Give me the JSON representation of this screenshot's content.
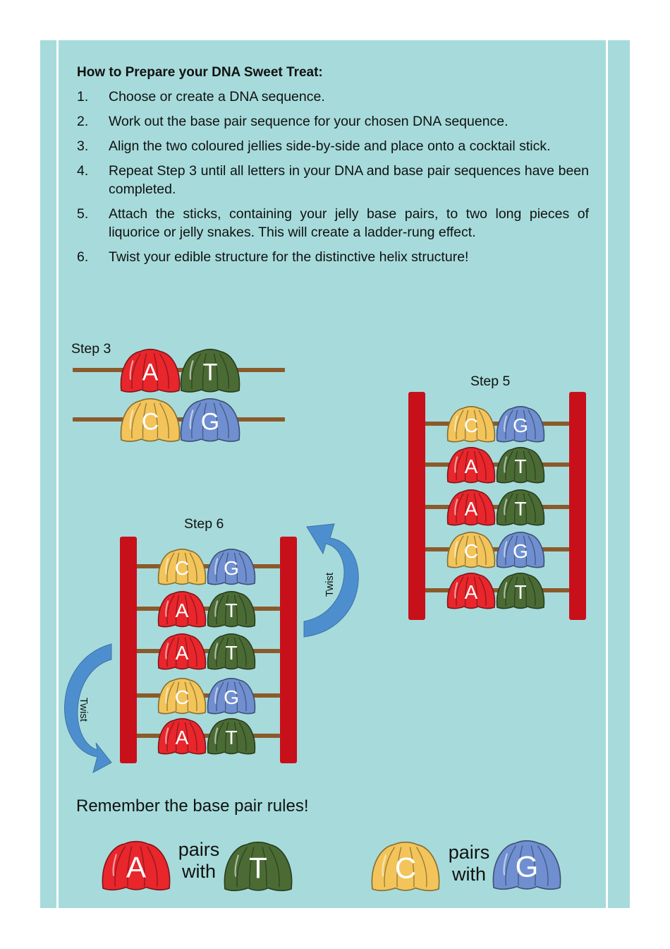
{
  "title": "How to Prepare your DNA Sweet Treat:",
  "steps": [
    {
      "num": "1.",
      "text": "Choose or create a DNA sequence."
    },
    {
      "num": "2.",
      "text": "Work out the base pair sequence for your chosen DNA sequence."
    },
    {
      "num": "3.",
      "text": "Align the two coloured jellies side-by-side and place onto a cocktail stick."
    },
    {
      "num": "4.",
      "text": "Repeat Step 3 until all letters in your DNA and base pair sequences have been completed."
    },
    {
      "num": "5.",
      "text": "Attach the sticks, containing your jelly base pairs, to two long pieces of liquorice or  jelly snakes. This will create a ladder-rung effect."
    },
    {
      "num": "6.",
      "text": "Twist your edible structure for the distinctive helix structure!"
    }
  ],
  "diagram": {
    "step3_label": "Step 3",
    "step5_label": "Step 5",
    "step6_label": "Step 6",
    "twist_label": "Twist",
    "step3_pairs": [
      "AT",
      "CG"
    ],
    "ladder_pairs": [
      "CG",
      "AT",
      "AT",
      "CG",
      "AT"
    ]
  },
  "rules": {
    "heading": "Remember the base pair rules!",
    "pairs_word": "pairs",
    "with_word": "with",
    "rule1": [
      "A",
      "T"
    ],
    "rule2": [
      "C",
      "G"
    ]
  },
  "colors": {
    "background": "#a7dbdb",
    "A": "#e8262c",
    "T": "#4b6b35",
    "C": "#f2c45a",
    "G": "#6f8fd0",
    "rail": "#c8101b",
    "stick": "#8b5a2b",
    "arrow": "#4d8fce"
  }
}
